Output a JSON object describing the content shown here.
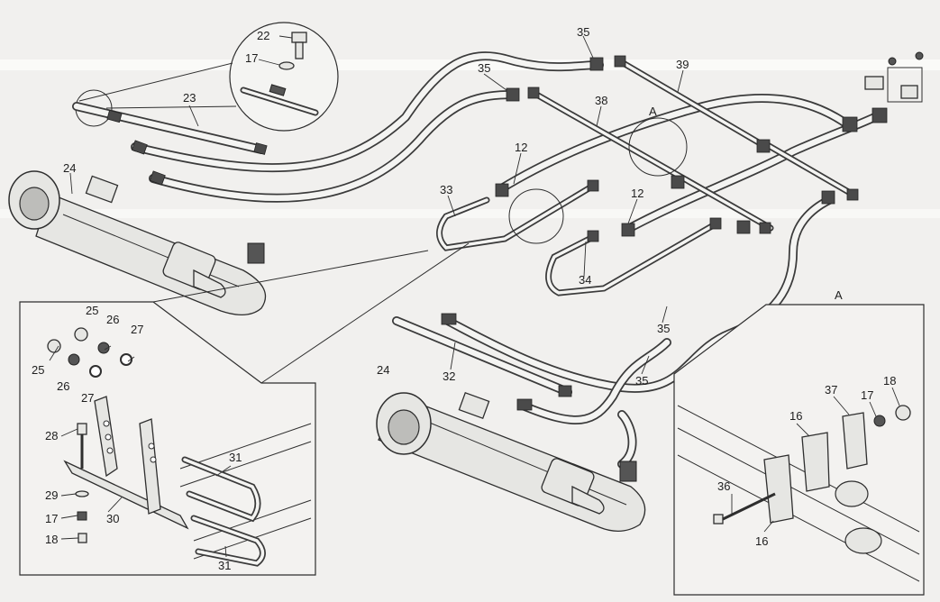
{
  "detail_A_title": "A",
  "detail_A_marker": "A",
  "callouts": {
    "c22": "22",
    "c17_top": "17",
    "c23": "23",
    "c24_left": "24",
    "c35_a": "35",
    "c35_b": "35",
    "c35_c": "35",
    "c35_d": "35",
    "c39": "39",
    "c38": "38",
    "c12_a": "12",
    "c12_b": "12",
    "c33": "33",
    "c34": "34",
    "c32": "32",
    "c24_right": "24",
    "c25_a": "25",
    "c25_b": "25",
    "c26_a": "26",
    "c26_b": "26",
    "c27_a": "27",
    "c27_b": "27",
    "c28": "28",
    "c29": "29",
    "c17_left": "17",
    "c18_left": "18",
    "c30": "30",
    "c31_a": "31",
    "c31_b": "31",
    "c37": "37",
    "c17_right": "17",
    "c18_right": "18",
    "c16_a": "16",
    "c16_b": "16",
    "c36": "36"
  },
  "colors": {
    "ink": "#2e2e2e",
    "paper": "#f1f0ee"
  }
}
